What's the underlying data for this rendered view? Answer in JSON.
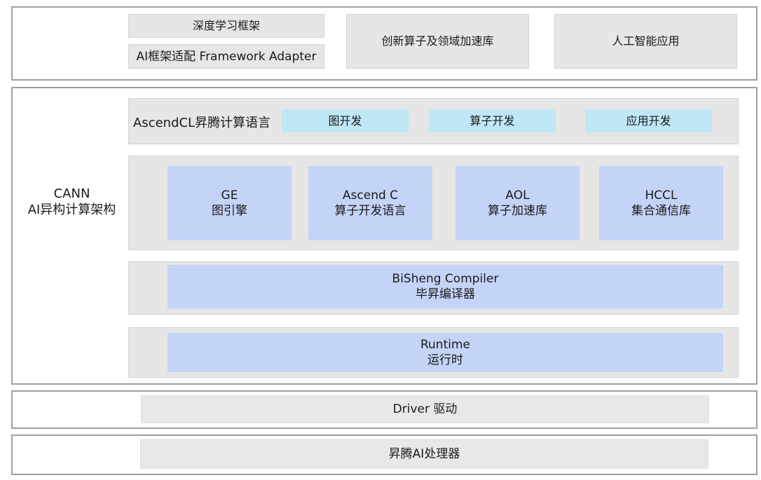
{
  "top": {
    "deep_learning_framework": "深度学习框架",
    "ai_framework_adapter": "AI框架适配 Framework Adapter",
    "innovative_operators": "创新算子及领域加速库",
    "ai_applications": "人工智能应用"
  },
  "cann": {
    "title_line1": "CANN",
    "title_line2": "AI异构计算架构",
    "ascendcl": {
      "label": "AscendCL昇腾计算语言",
      "items": [
        "图开发",
        "算子开发",
        "应用开发"
      ]
    },
    "modules": [
      {
        "name": "GE",
        "desc": "图引擎"
      },
      {
        "name": "Ascend C",
        "desc": "算子开发语言"
      },
      {
        "name": "AOL",
        "desc": "算子加速库"
      },
      {
        "name": "HCCL",
        "desc": "集合通信库"
      }
    ],
    "compiler": {
      "name": "BiSheng Compiler",
      "desc": "毕昇编译器"
    },
    "runtime": {
      "name": "Runtime",
      "desc": "运行时"
    }
  },
  "driver": "Driver 驱动",
  "processor": "昇腾AI处理器",
  "colors": {
    "frame_border": "#9e9e9e",
    "gray_fill": "#e6e6e6",
    "blue_fill": "#c3d4f7",
    "cyan_fill": "#bfe7f6"
  }
}
